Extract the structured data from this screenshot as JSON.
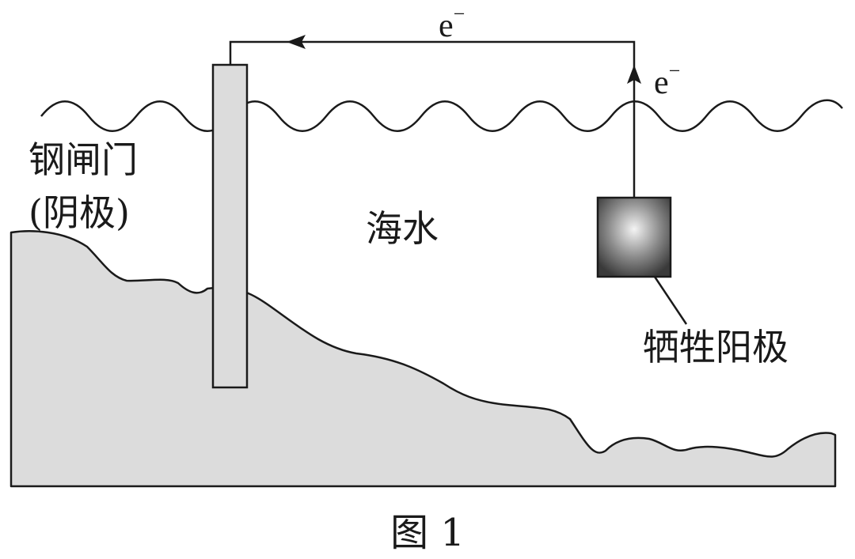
{
  "labels": {
    "gate_line1": "钢闸门",
    "gate_line2": "(阴极)",
    "seawater": "海水",
    "anode": "牺牲阳极",
    "electron_top": "e",
    "electron_right": "e",
    "electron_charge": "−",
    "caption": "图 1"
  },
  "colors": {
    "seabed_fill": "#dcdcdc",
    "gate_fill": "#dcdcdc",
    "line": "#1a1a1a",
    "anode_center": "#f4f4f4",
    "anode_edge": "#3a3a3a"
  }
}
